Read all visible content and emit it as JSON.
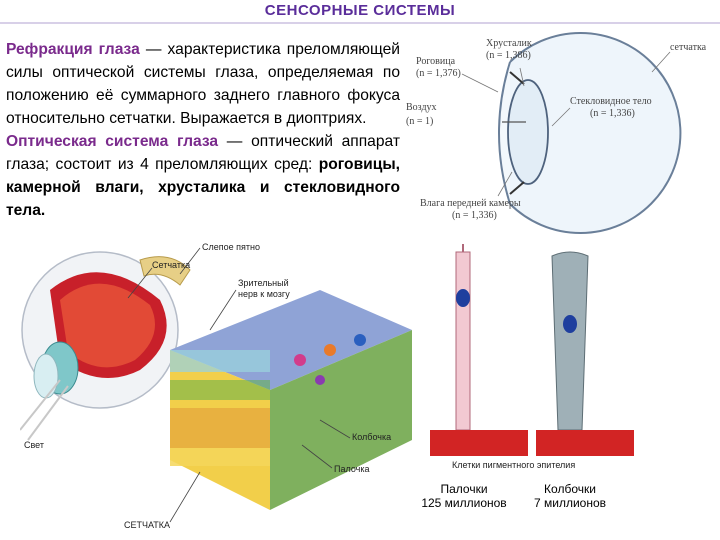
{
  "header": {
    "title": "СЕНСОРНЫЕ СИСТЕМЫ"
  },
  "text": {
    "p1_term": "Рефракция глаза",
    "p1_dash": " — ",
    "p1_body": "характеристика преломляющей силы оптической системы глаза, определяемая по положению её суммарного заднего главного фокуса относительно сетчатки. Выражается в диоптриях.",
    "p2_term": "Оптическая система глаза",
    "p2_body": " — оптический аппарат глаза; состоит из 4 преломляющих сред: ",
    "p2_media": "роговицы, камерной влаги, хрусталика и стекловидного тела."
  },
  "eye_diagram": {
    "lens_label": "Хрусталик",
    "lens_n": "(n = 1,386)",
    "retina_label": "сетчатка",
    "cornea_label": "Роговица",
    "cornea_n": "(n = 1,376)",
    "vitreous_label": "Стекловидное тело",
    "vitreous_n": "(n = 1,336)",
    "air_label": "Воздух",
    "air_n": "(n = 1)",
    "aqueous_label": "Влага передней камеры",
    "aqueous_n": "(n = 1,336)"
  },
  "retina_3d": {
    "blind_spot": "Слепое пятно",
    "retina_top": "Сетчатка",
    "optic_nerve_1": "Зрительный",
    "optic_nerve_2": "нерв к мозгу",
    "light": "Свет",
    "cone": "Колбочка",
    "rod": "Палочка",
    "retina_bottom": "СЕТЧАТКА"
  },
  "cells": {
    "pigment_label": "Клетки пигментного эпителия",
    "rods_label": "Палочки",
    "rods_count": "125 миллионов",
    "cones_label": "Колбочки",
    "cones_count": "7 миллионов"
  },
  "colors": {
    "title": "#5a2d9a",
    "term": "#7a2a8c",
    "eye_fill": "#eef5fb",
    "eye_stroke": "#6a7f99",
    "pigment": "#d22424"
  }
}
